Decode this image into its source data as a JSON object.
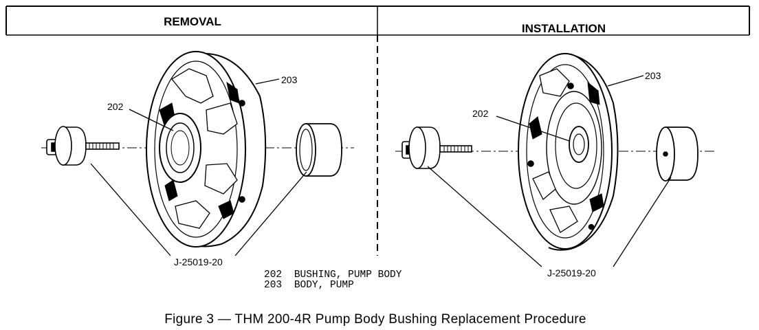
{
  "panels": {
    "removal": {
      "title": "REMOVAL",
      "label_body": "203",
      "label_bushing": "202",
      "label_tool": "J-25019-20"
    },
    "installation": {
      "title": "INSTALLATION",
      "label_body": "203",
      "label_bushing": "202",
      "label_tool": "J-25019-20"
    }
  },
  "legend": {
    "items": [
      {
        "number": "202",
        "text": "BUSHING, PUMP BODY"
      },
      {
        "number": "203",
        "text": "BODY, PUMP"
      }
    ]
  },
  "caption": "Figure 3 — THM 200-4R Pump Body Bushing Replacement Procedure",
  "colors": {
    "ink": "#000000",
    "paper": "#ffffff"
  }
}
